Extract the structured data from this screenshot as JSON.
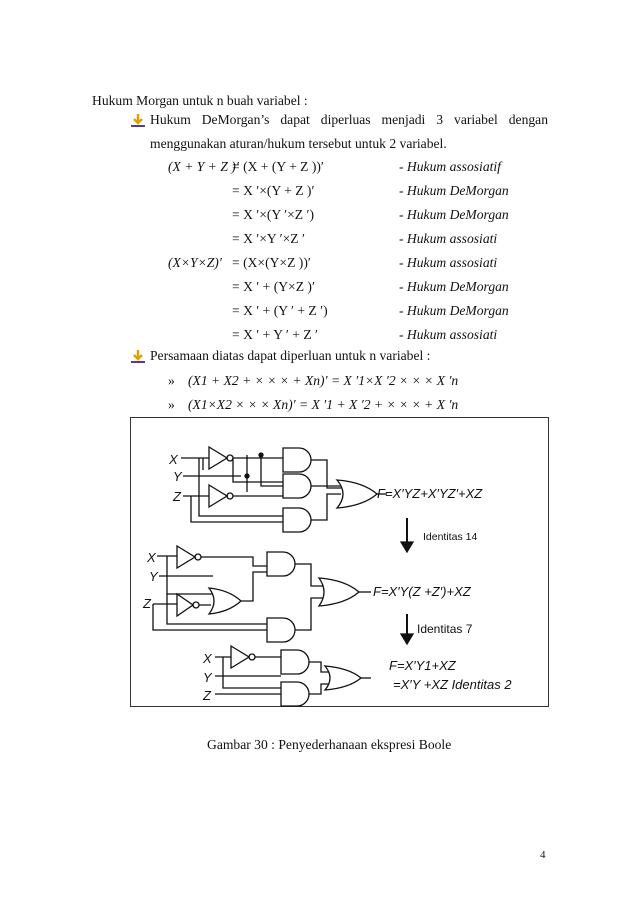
{
  "heading": "Hukum Morgan untuk n buah variabel :",
  "bullet1": {
    "line1_words": [
      "Hukum",
      "DeMorgan’s",
      "dapat",
      "diperluas",
      "menjadi",
      "3",
      "variabel",
      "dengan"
    ],
    "line2": "menggunakan aturan/hukum tersebut untuk 2 variabel."
  },
  "equations": [
    {
      "lhs": "(X + Y + Z )′",
      "rhs": "= (X + (Y + Z ))′",
      "note": "- Hukum assosiatif"
    },
    {
      "lhs": "",
      "rhs": "= X ′×(Y + Z )′",
      "note": "- Hukum DeMorgan"
    },
    {
      "lhs": "",
      "rhs": "= X ′×(Y ′×Z ′)",
      "note": "- Hukum DeMorgan"
    },
    {
      "lhs": "",
      "rhs": "= X ′×Y ′×Z ′",
      "note": "- Hukum assosiati"
    },
    {
      "lhs": "(X×Y×Z)′",
      "rhs": "= (X×(Y×Z ))′",
      "note": "- Hukum assosiati"
    },
    {
      "lhs": "",
      "rhs": "= X ′ + (Y×Z )′",
      "note": "- Hukum DeMorgan"
    },
    {
      "lhs": "",
      "rhs": "= X ′ + (Y ′ + Z ′)",
      "note": "- Hukum DeMorgan"
    },
    {
      "lhs": "",
      "rhs": "= X ′ + Y  ′ + Z ′",
      "note": "- Hukum assosiati"
    }
  ],
  "bullet2": {
    "text": "Persamaan diatas dapat diperluan untuk n variabel :",
    "items": [
      {
        "marker": "»",
        "text": "(X1 + X2 + × × × + Xn)′ = X ′1×X ′2 × × × X ′n"
      },
      {
        "marker": "»",
        "text": "(X1×X2 × × × Xn)′ = X ′1 + X ′2 + × × × + X ′n"
      }
    ]
  },
  "figure": {
    "c1_labels": [
      "X",
      "Y",
      "Z"
    ],
    "c1_formula": "F=X′YZ+X′YZ′+XZ",
    "step1": "Identitas 14",
    "c2_labels": [
      "X",
      "Y",
      "Z"
    ],
    "c2_formula": "F=X′Y(Z +Z′)+XZ",
    "step2": "Identitas 7",
    "c3_labels": [
      "X",
      "Y",
      "Z"
    ],
    "c3_formula_line1": "F=X′Y1+XZ",
    "c3_formula_line2": "=X′Y +XZ Identitas 2"
  },
  "caption": "Gambar 30 : Penyederhanaan ekspresi Boole",
  "page_number": "4"
}
